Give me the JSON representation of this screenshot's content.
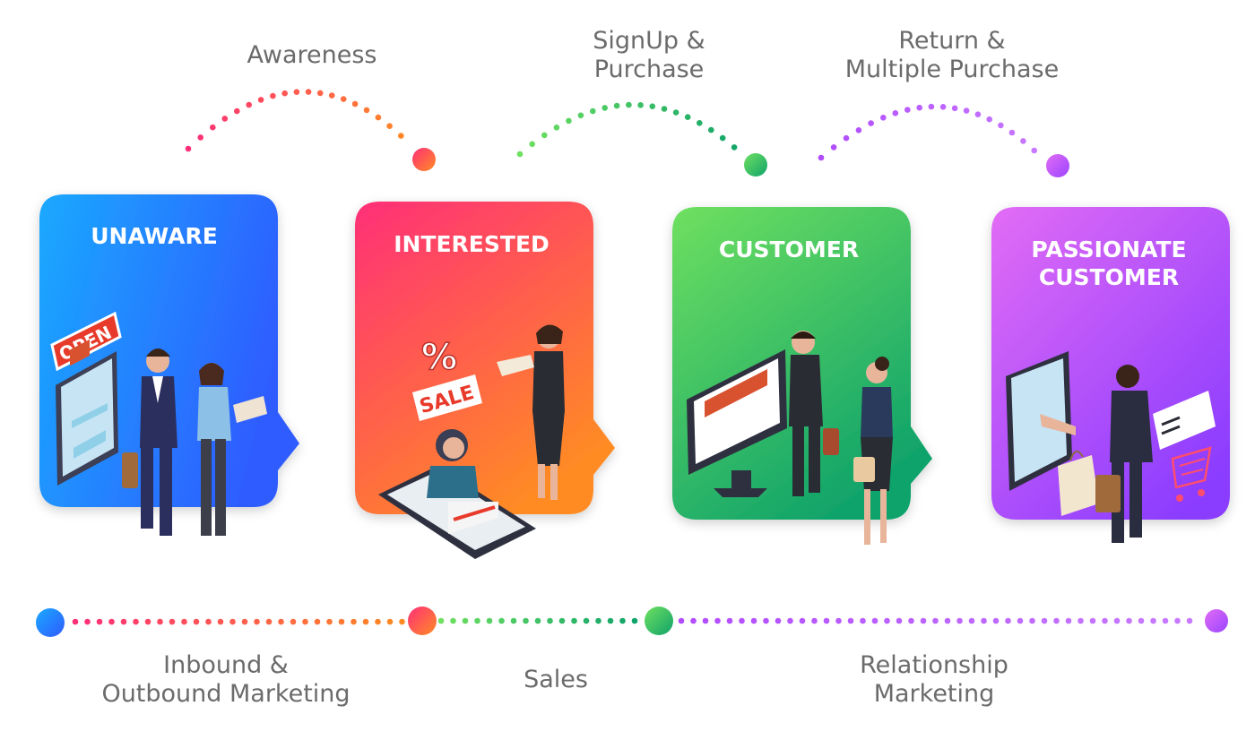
{
  "stages": [
    {
      "title_lines": [
        "UNAWARE"
      ],
      "gradient": [
        "#1aa9ff",
        "#2f5bff"
      ]
    },
    {
      "title_lines": [
        "INTERESTED"
      ],
      "gradient": [
        "#ff2f78",
        "#ff8b24"
      ]
    },
    {
      "title_lines": [
        "CUSTOMER"
      ],
      "gradient": [
        "#6fe060",
        "#10a36a"
      ]
    },
    {
      "title_lines": [
        "PASSIONATE",
        "CUSTOMER"
      ],
      "gradient": [
        "#e26cf5",
        "#8a3cff"
      ]
    }
  ],
  "transitions_top": [
    {
      "label_lines": [
        "Awareness"
      ],
      "colors": [
        "#ff2f78",
        "#ff8b24"
      ]
    },
    {
      "label_lines": [
        "SignUp &",
        "Purchase"
      ],
      "colors": [
        "#6fe060",
        "#10a36a"
      ]
    },
    {
      "label_lines": [
        "Return &",
        "Multiple Purchase"
      ],
      "colors": [
        "#b24cff",
        "#c87bff"
      ]
    }
  ],
  "phases_bottom": [
    {
      "label_lines": [
        "Inbound &",
        "Outbound Marketing"
      ]
    },
    {
      "label_lines": [
        "Sales"
      ]
    },
    {
      "label_lines": [
        "Relationship",
        "Marketing"
      ]
    }
  ],
  "illustrations": {
    "unaware": {
      "sign_text": "OPEN"
    },
    "interested": {
      "badge_symbol": "%",
      "badge_text": "SALE"
    }
  },
  "colors": {
    "text_gray": "#6b6b6b",
    "blue": "#2f7bff",
    "pink": "#ff2f78",
    "orange": "#ff8b24",
    "green": "#2cc05a",
    "purple": "#b24cff"
  }
}
